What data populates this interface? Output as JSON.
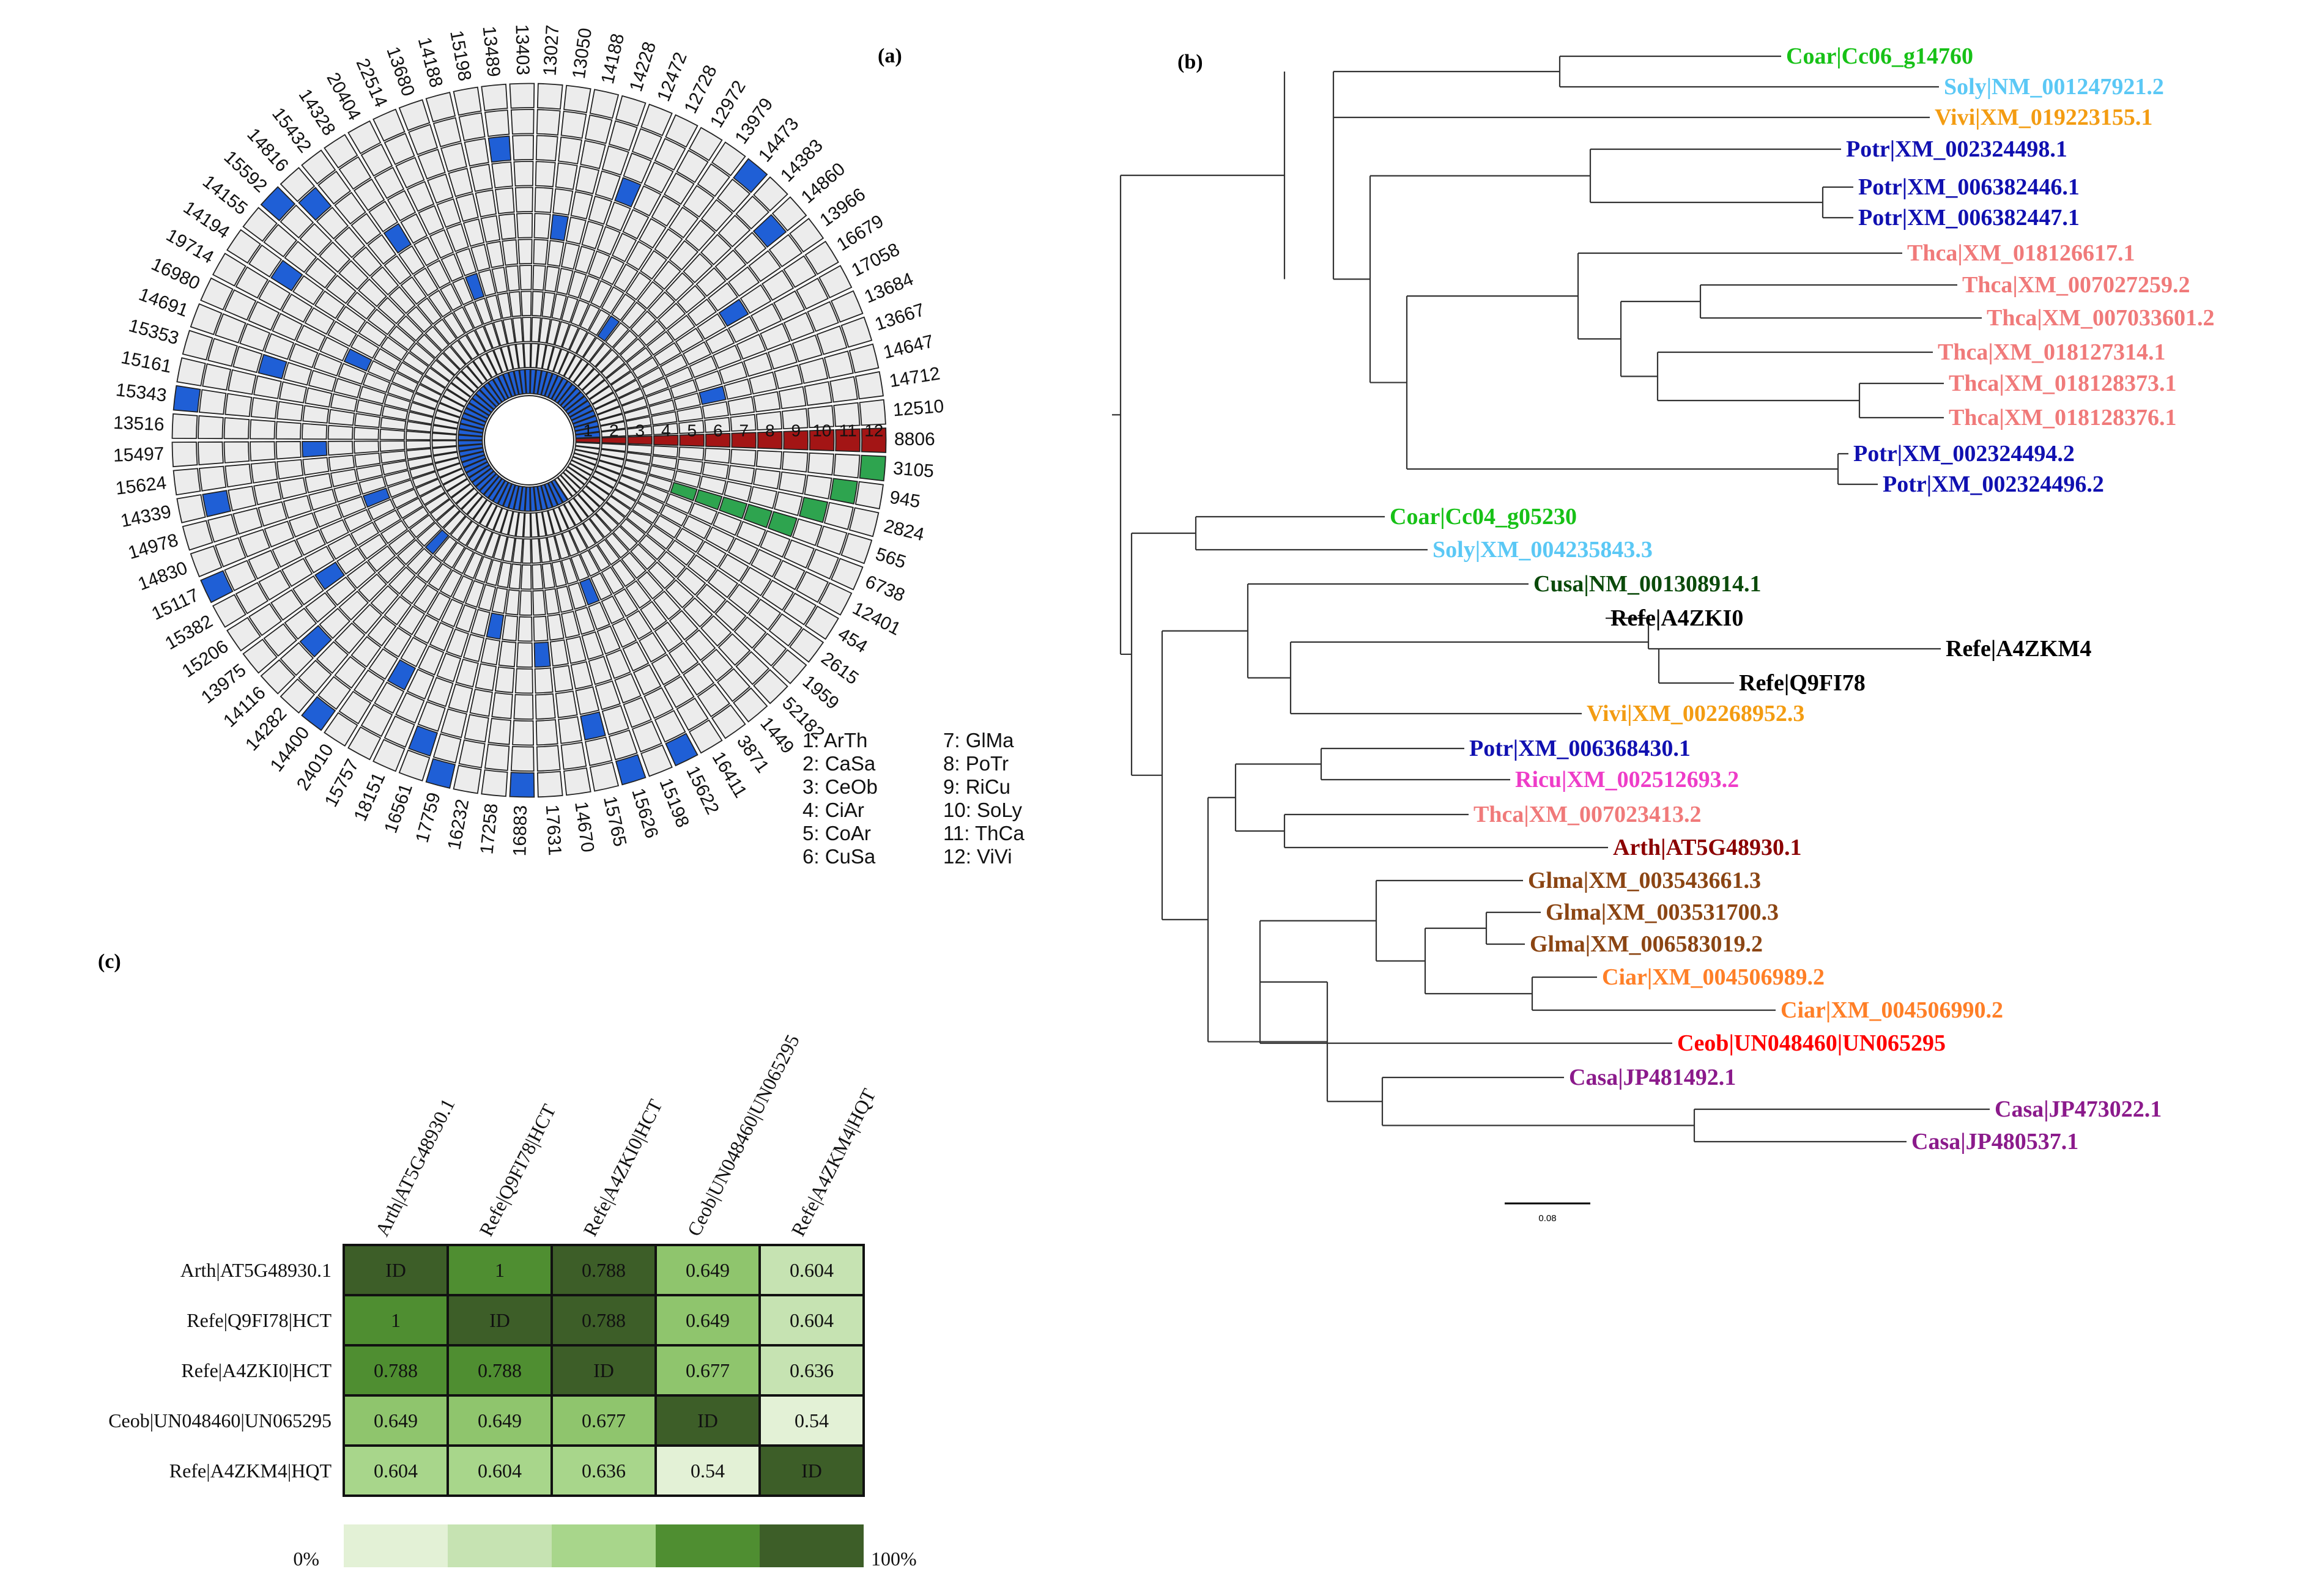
{
  "panel_a": {
    "label": "(a)",
    "ring_labels": [
      "1",
      "2",
      "3",
      "4",
      "5",
      "6",
      "7",
      "8",
      "9",
      "10",
      "11",
      "12"
    ],
    "spokes": [
      {
        "id": "8806",
        "marks": [
          1,
          2,
          3,
          4,
          5,
          6,
          7,
          8,
          9,
          10,
          11,
          12
        ],
        "color": "#a31515"
      },
      {
        "id": "12510",
        "marks": [
          1
        ],
        "color": "#1f5fd6"
      },
      {
        "id": "14712",
        "marks": [
          1
        ],
        "color": "#1f5fd6"
      },
      {
        "id": "14647",
        "marks": [
          1,
          6
        ],
        "color": "#1f5fd6"
      },
      {
        "id": "13667",
        "marks": [
          1
        ],
        "color": "#1f5fd6"
      },
      {
        "id": "13684",
        "marks": [
          1
        ],
        "color": "#1f5fd6"
      },
      {
        "id": "17058",
        "marks": [
          1
        ],
        "color": "#1f5fd6"
      },
      {
        "id": "16679",
        "marks": [
          1,
          8
        ],
        "color": "#1f5fd6"
      },
      {
        "id": "13966",
        "marks": [
          1
        ],
        "color": "#1f5fd6"
      },
      {
        "id": "14860",
        "marks": [
          1,
          11
        ],
        "color": "#1f5fd6"
      },
      {
        "id": "14383",
        "marks": [
          1
        ],
        "color": "#1f5fd6"
      },
      {
        "id": "14473",
        "marks": [
          1,
          12
        ],
        "color": "#1f5fd6"
      },
      {
        "id": "13979",
        "marks": [
          1,
          4
        ],
        "color": "#1f5fd6"
      },
      {
        "id": "12972",
        "marks": [
          1
        ],
        "color": "#1f5fd6"
      },
      {
        "id": "12728",
        "marks": [
          1
        ],
        "color": "#1f5fd6"
      },
      {
        "id": "12472",
        "marks": [
          1,
          9
        ],
        "color": "#1f5fd6"
      },
      {
        "id": "14228",
        "marks": [
          1
        ],
        "color": "#1f5fd6"
      },
      {
        "id": "14188",
        "marks": [
          1
        ],
        "color": "#1f5fd6"
      },
      {
        "id": "13050",
        "marks": [
          1,
          7
        ],
        "color": "#1f5fd6"
      },
      {
        "id": "13027",
        "marks": [
          1
        ],
        "color": "#1f5fd6"
      },
      {
        "id": "13403",
        "marks": [
          1
        ],
        "color": "#1f5fd6"
      },
      {
        "id": "13489",
        "marks": [
          1,
          10
        ],
        "color": "#1f5fd6"
      },
      {
        "id": "15198",
        "marks": [
          1
        ],
        "color": "#1f5fd6"
      },
      {
        "id": "14188",
        "marks": [
          1
        ],
        "color": "#1f5fd6"
      },
      {
        "id": "13680",
        "marks": [
          1,
          5
        ],
        "color": "#1f5fd6"
      },
      {
        "id": "22514",
        "marks": [
          1
        ],
        "color": "#1f5fd6"
      },
      {
        "id": "20404",
        "marks": [
          1
        ],
        "color": "#1f5fd6"
      },
      {
        "id": "14328",
        "marks": [
          1,
          8
        ],
        "color": "#1f5fd6"
      },
      {
        "id": "15432",
        "marks": [
          1
        ],
        "color": "#1f5fd6"
      },
      {
        "id": "14816",
        "marks": [
          1,
          11
        ],
        "color": "#1f5fd6"
      },
      {
        "id": "15592",
        "marks": [
          1,
          12
        ],
        "color": "#1f5fd6"
      },
      {
        "id": "14155",
        "marks": [
          1
        ],
        "color": "#1f5fd6"
      },
      {
        "id": "14194",
        "marks": [
          1,
          10
        ],
        "color": "#1f5fd6"
      },
      {
        "id": "19714",
        "marks": [
          1
        ],
        "color": "#1f5fd6"
      },
      {
        "id": "16980",
        "marks": [
          1,
          6
        ],
        "color": "#1f5fd6"
      },
      {
        "id": "14691",
        "marks": [
          1
        ],
        "color": "#1f5fd6"
      },
      {
        "id": "15353",
        "marks": [
          1,
          9
        ],
        "color": "#1f5fd6"
      },
      {
        "id": "15161",
        "marks": [
          1
        ],
        "color": "#1f5fd6"
      },
      {
        "id": "15343",
        "marks": [
          1,
          12
        ],
        "color": "#1f5fd6"
      },
      {
        "id": "13516",
        "marks": [
          1
        ],
        "color": "#1f5fd6"
      },
      {
        "id": "15497",
        "marks": [
          1,
          7
        ],
        "color": "#1f5fd6"
      },
      {
        "id": "15624",
        "marks": [
          1
        ],
        "color": "#1f5fd6"
      },
      {
        "id": "14339",
        "marks": [
          1,
          11
        ],
        "color": "#1f5fd6"
      },
      {
        "id": "14978",
        "marks": [
          1
        ],
        "color": "#1f5fd6"
      },
      {
        "id": "14830",
        "marks": [
          1,
          5
        ],
        "color": "#1f5fd6"
      },
      {
        "id": "15117",
        "marks": [
          1,
          12
        ],
        "color": "#1f5fd6"
      },
      {
        "id": "15382",
        "marks": [
          1
        ],
        "color": "#1f5fd6"
      },
      {
        "id": "15206",
        "marks": [
          1,
          8
        ],
        "color": "#1f5fd6"
      },
      {
        "id": "13975",
        "marks": [
          1
        ],
        "color": "#1f5fd6"
      },
      {
        "id": "14116",
        "marks": [
          1,
          10
        ],
        "color": "#1f5fd6"
      },
      {
        "id": "14282",
        "marks": [
          1,
          4
        ],
        "color": "#1f5fd6"
      },
      {
        "id": "14400",
        "marks": [
          1,
          12
        ],
        "color": "#1f5fd6"
      },
      {
        "id": "24010",
        "marks": [
          1
        ],
        "color": "#1f5fd6"
      },
      {
        "id": "15757",
        "marks": [
          1,
          9
        ],
        "color": "#1f5fd6"
      },
      {
        "id": "18151",
        "marks": [
          1
        ],
        "color": "#1f5fd6"
      },
      {
        "id": "16561",
        "marks": [
          1,
          11
        ],
        "color": "#1f5fd6"
      },
      {
        "id": "17759",
        "marks": [
          1,
          12
        ],
        "color": "#1f5fd6"
      },
      {
        "id": "16232",
        "marks": [
          1,
          6
        ],
        "color": "#1f5fd6"
      },
      {
        "id": "17258",
        "marks": [
          1
        ],
        "color": "#1f5fd6"
      },
      {
        "id": "16883",
        "marks": [
          1,
          12
        ],
        "color": "#1f5fd6"
      },
      {
        "id": "17631",
        "marks": [
          1,
          7
        ],
        "color": "#1f5fd6"
      },
      {
        "id": "14670",
        "marks": [
          1
        ],
        "color": "#1f5fd6"
      },
      {
        "id": "15765",
        "marks": [
          1,
          10
        ],
        "color": "#1f5fd6"
      },
      {
        "id": "15626",
        "marks": [
          1,
          12
        ],
        "color": "#1f5fd6"
      },
      {
        "id": "15198",
        "marks": [
          1,
          5
        ],
        "color": "#1f5fd6"
      },
      {
        "id": "15622",
        "marks": [
          1,
          12
        ],
        "color": "#1f5fd6"
      },
      {
        "id": "16411",
        "marks": [
          1
        ],
        "color": "#1f5fd6"
      },
      {
        "id": "3871",
        "marks": [],
        "color": "#1f5fd6"
      },
      {
        "id": "1449",
        "marks": [],
        "color": "#1f5fd6"
      },
      {
        "id": "52182",
        "marks": [],
        "color": "#1f5fd6"
      },
      {
        "id": "1959",
        "marks": [],
        "color": "#1f5fd6"
      },
      {
        "id": "2615",
        "marks": [],
        "color": "#1f5fd6"
      },
      {
        "id": "454",
        "marks": [],
        "color": "#1f5fd6"
      },
      {
        "id": "12401",
        "marks": [],
        "color": "#1f5fd6"
      },
      {
        "id": "6738",
        "marks": [],
        "color": "#1f5fd6"
      },
      {
        "id": "565",
        "marks": [
          5,
          6,
          7,
          8,
          9
        ],
        "color": "#2ea44f"
      },
      {
        "id": "2824",
        "marks": [
          10
        ],
        "color": "#2ea44f"
      },
      {
        "id": "945",
        "marks": [
          11
        ],
        "color": "#2ea44f"
      },
      {
        "id": "3105",
        "marks": [
          12
        ],
        "color": "#2ea44f"
      }
    ],
    "legend": [
      {
        "left": "1: ArTh",
        "right": "7: GlMa"
      },
      {
        "left": "2: CaSa",
        "right": "8: PoTr"
      },
      {
        "left": "3: CeOb",
        "right": "9: RiCu"
      },
      {
        "left": "4: CiAr",
        "right": "10: SoLy"
      },
      {
        "left": "5: CoAr",
        "right": "11: ThCa"
      },
      {
        "left": "6: CuSa",
        "right": "12: ViVi"
      }
    ]
  },
  "panel_b": {
    "label": "(b)",
    "scale_label": "0.08",
    "leaves": [
      {
        "label": "Coar|Cc06_g14760",
        "color": "#17c117"
      },
      {
        "label": "Soly|NM_001247921.2",
        "color": "#5bc8f5"
      },
      {
        "label": "Vivi|XM_019223155.1",
        "color": "#f39c12"
      },
      {
        "label": "Potr|XM_002324498.1",
        "color": "#1010b0"
      },
      {
        "label": "Potr|XM_006382446.1",
        "color": "#1010b0"
      },
      {
        "label": "Potr|XM_006382447.1",
        "color": "#1010b0"
      },
      {
        "label": "Thca|XM_018126617.1",
        "color": "#f07a7a"
      },
      {
        "label": "Thca|XM_007027259.2",
        "color": "#f07a7a"
      },
      {
        "label": "Thca|XM_007033601.2",
        "color": "#f07a7a"
      },
      {
        "label": "Thca|XM_018127314.1",
        "color": "#f07a7a"
      },
      {
        "label": "Thca|XM_018128373.1",
        "color": "#f07a7a"
      },
      {
        "label": "Thca|XM_018128376.1",
        "color": "#f07a7a"
      },
      {
        "label": "Potr|XM_002324494.2",
        "color": "#1010b0"
      },
      {
        "label": "Potr|XM_002324496.2",
        "color": "#1010b0"
      },
      {
        "label": "Coar|Cc04_g05230",
        "color": "#17c117"
      },
      {
        "label": "Soly|XM_004235843.3",
        "color": "#5bc8f5"
      },
      {
        "label": "Cusa|NM_001308914.1",
        "color": "#0b4a0b"
      },
      {
        "label": "Refe|A4ZKI0",
        "color": "#000000"
      },
      {
        "label": "Refe|A4ZKM4",
        "color": "#000000"
      },
      {
        "label": "Refe|Q9FI78",
        "color": "#000000"
      },
      {
        "label": "Vivi|XM_002268952.3",
        "color": "#f39c12"
      },
      {
        "label": "Potr|XM_006368430.1",
        "color": "#1010b0"
      },
      {
        "label": "Ricu|XM_002512693.2",
        "color": "#ee3cc8"
      },
      {
        "label": "Thca|XM_007023413.2",
        "color": "#f07a7a"
      },
      {
        "label": "Arth|AT5G48930.1",
        "color": "#8b0000"
      },
      {
        "label": "Glma|XM_003543661.3",
        "color": "#8b4513"
      },
      {
        "label": "Glma|XM_003531700.3",
        "color": "#8b4513"
      },
      {
        "label": "Glma|XM_006583019.2",
        "color": "#8b4513"
      },
      {
        "label": "Ciar|XM_004506989.2",
        "color": "#ff7f27"
      },
      {
        "label": "Ciar|XM_004506990.2",
        "color": "#ff7f27"
      },
      {
        "label": "Ceob|UN048460|UN065295",
        "color": "#ff0000"
      },
      {
        "label": "Casa|JP481492.1",
        "color": "#8b1a8b"
      },
      {
        "label": "Casa|JP473022.1",
        "color": "#8b1a8b"
      },
      {
        "label": "Casa|JP480537.1",
        "color": "#8b1a8b"
      }
    ]
  },
  "panel_c": {
    "label": "(c)",
    "col_labels": [
      "Arth|AT5G48930.1",
      "Refe|Q9FI78|HCT",
      "Refe|A4ZKI0|HCT",
      "Ceob|UN048460|UN065295",
      "Refe|A4ZKM4|HQT"
    ],
    "row_labels": [
      "Arth|AT5G48930.1",
      "Refe|Q9FI78|HCT",
      "Refe|A4ZKI0|HCT",
      "Ceob|UN048460|UN065295",
      "Refe|A4ZKM4|HQT"
    ],
    "cells": [
      [
        "ID",
        "1",
        "0.788",
        "0.649",
        "0.604"
      ],
      [
        "1",
        "ID",
        "0.788",
        "0.649",
        "0.604"
      ],
      [
        "0.788",
        "0.788",
        "ID",
        "0.677",
        "0.636"
      ],
      [
        "0.649",
        "0.649",
        "0.677",
        "ID",
        "0.54"
      ],
      [
        "0.604",
        "0.604",
        "0.636",
        "0.54",
        "ID"
      ]
    ],
    "cell_colors": [
      [
        "#3d5e28",
        "#4f8e31",
        "#3d5e28",
        "#8fc56d",
        "#c6e3b2"
      ],
      [
        "#4f8e31",
        "#3d5e28",
        "#3d5e28",
        "#8fc56d",
        "#c6e3b2"
      ],
      [
        "#4f8e31",
        "#4f8e31",
        "#3d5e28",
        "#8fc56d",
        "#c6e3b2"
      ],
      [
        "#8fc56d",
        "#8fc56d",
        "#8fc56d",
        "#3d5e28",
        "#e3f1d6"
      ],
      [
        "#a8d68b",
        "#a8d68b",
        "#a8d68b",
        "#e3f1d6",
        "#3d5e28"
      ]
    ],
    "scale_colors": [
      "#e3f1d6",
      "#c6e3b2",
      "#a8d68b",
      "#4f8e31",
      "#3d5e28"
    ],
    "scale_min": "0%",
    "scale_max": "100%"
  }
}
